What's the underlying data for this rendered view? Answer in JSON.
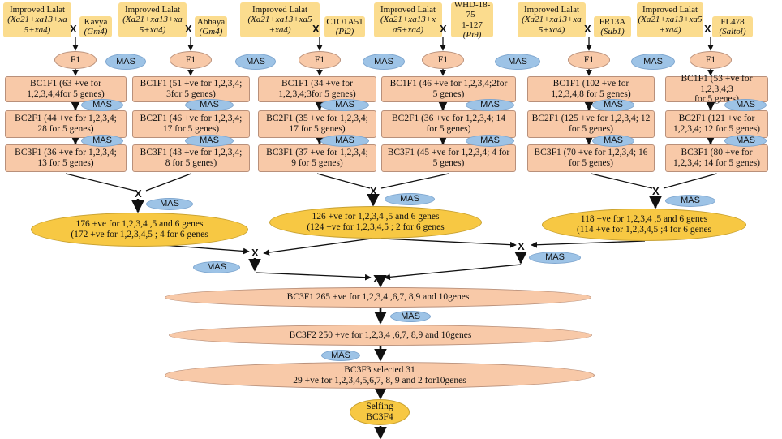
{
  "cross_symbol": "X",
  "mas_label": "MAS",
  "f1_label": "F1",
  "columns": [
    {
      "parent1": {
        "l1": "Improved Lalat",
        "l2": "(Xa21+xa13+xa",
        "l3": "5+xa4)"
      },
      "parent2": {
        "l1": "Kavya",
        "l2": "(Gm4)"
      },
      "bc1": {
        "l1": "BC1F1 (63 +ve for",
        "l2": "1,2,3,4;4for 5 genes)"
      },
      "bc2": {
        "l1": "BC2F1 (44 +ve for 1,2,3,4;",
        "l2": "28 for 5 genes)"
      },
      "bc3": {
        "l1": "BC3F1 (36 +ve for 1,2,3,4;",
        "l2": "13 for 5 genes)"
      }
    },
    {
      "parent1": {
        "l1": "Improved Lalat",
        "l2": "(Xa21+xa13+xa",
        "l3": "5+xa4)"
      },
      "parent2": {
        "l1": "Abhaya",
        "l2": "(Gm4)"
      },
      "bc1": {
        "l1": "BC1F1 (51 +ve for 1,2,3,4;",
        "l2": "3for 5 genes)"
      },
      "bc2": {
        "l1": "BC2F1 (46 +ve for 1,2,3,4;",
        "l2": "17 for 5 genes)"
      },
      "bc3": {
        "l1": "BC3F1 (43 +ve for 1,2,3,4;",
        "l2": "8 for 5 genes)"
      }
    },
    {
      "parent1": {
        "l1": "Improved Lalat",
        "l2": "(Xa21+xa13+xa5",
        "l3": "+xa4)"
      },
      "parent2": {
        "l1": "C1O1A51",
        "l2": "(Pi2)"
      },
      "bc1": {
        "l1": "BC1F1 (34 +ve for",
        "l2": "1,2,3,4;3for 5 genes)"
      },
      "bc2": {
        "l1": "BC2F1 (35 +ve for 1,2,3,4;",
        "l2": "17 for 5 genes)"
      },
      "bc3": {
        "l1": "BC3F1 (37 +ve for 1,2,3,4;",
        "l2": "9 for 5 genes)"
      }
    },
    {
      "parent1": {
        "l1": "Improved Lalat",
        "l2": "(Xa21+xa13+x",
        "l3": "a5+xa4)"
      },
      "parent2": {
        "l1": "WHD-18-75-",
        "l2": "1-127",
        "l3": "(Pi9)"
      },
      "bc1": {
        "l1": "BC1F1 (46 +ve for 1,2,3,4;2for",
        "l2": "5 genes)"
      },
      "bc2": {
        "l1": "BC2F1 (36 +ve for 1,2,3,4; 14",
        "l2": "for 5 genes)"
      },
      "bc3": {
        "l1": "BC3F1 (45 +ve for 1,2,3,4; 4 for",
        "l2": "5 genes)"
      }
    },
    {
      "parent1": {
        "l1": "Improved Lalat",
        "l2": "(Xa21+xa13+xa",
        "l3": "5+xa4)"
      },
      "parent2": {
        "l1": "FR13A",
        "l2": "(Sub1)"
      },
      "bc1": {
        "l1": "BC1F1 (102 +ve for",
        "l2": "1,2,3,4;8 for 5 genes)"
      },
      "bc2": {
        "l1": "BC2F1 (125 +ve for 1,2,3,4; 12",
        "l2": "for 5 genes)"
      },
      "bc3": {
        "l1": "BC3F1 (70 +ve for 1,2,3,4; 16",
        "l2": "for 5 genes)"
      }
    },
    {
      "parent1": {
        "l1": "Improved Lalat",
        "l2": "(Xa21+xa13+xa5",
        "l3": "+xa4)"
      },
      "parent2": {
        "l1": "FL478",
        "l2": "(Saltol)"
      },
      "bc1": {
        "l1": "BC1F1 (53 +ve for 1,2,3,4;3",
        "l2": "for 5 genes)"
      },
      "bc2": {
        "l1": "BC2F1 (121 +ve for",
        "l2": "1,2,3,4; 12 for 5 genes)"
      },
      "bc3": {
        "l1": "BC3F1 (80 +ve for",
        "l2": "1,2,3,4; 14 for 5 genes)"
      }
    }
  ],
  "pools": [
    {
      "l1": "176 +ve for 1,2,3,4 ,5 and 6 genes",
      "l2": "(172 +ve for 1,2,3,4,5 ; 4 for 6 genes"
    },
    {
      "l1": "126 +ve for 1,2,3,4 ,5 and 6 genes",
      "l2": "(124 +ve for 1,2,3,4,5 ; 2 for 6 genes"
    },
    {
      "l1": "118 +ve for 1,2,3,4 ,5 and 6 genes",
      "l2": "(114 +ve for 1,2,3,4,5 ;4 for 6 genes"
    }
  ],
  "final": {
    "bc3f1": "BC3F1  265 +ve for 1,2,3,4 ,6,7, 8,9 and 10genes",
    "bc3f2": "BC3F2 250 +ve for 1,2,3,4 ,6,7, 8,9 and 10genes",
    "bc3f3_l1": "BC3F3 selected  31",
    "bc3f3_l2": "29 +ve for 1,2,3,4,5,6,7, 8, 9 and 2 for10genes",
    "selfing_l1": "Selfing",
    "selfing_l2": "BC3F4"
  }
}
